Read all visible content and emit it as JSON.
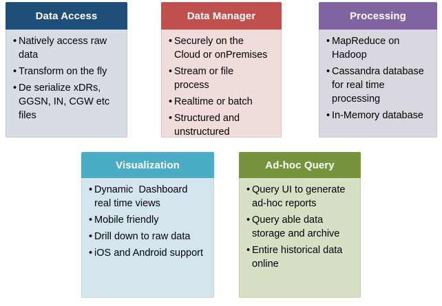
{
  "background": "#FFFFFF",
  "header_text_color": "#FFFFFF",
  "body_text_color": "#000000",
  "bullet": "•",
  "cards": [
    {
      "title": "Data Access",
      "header_color": "#1F4E79",
      "body_color": "#D8DCE4",
      "border_color": "#C2C8D3",
      "items": [
        "Natively access raw data",
        "Transform on the fly",
        "De serialize xDRs, GGSN, IN, CGW etc files"
      ]
    },
    {
      "title": "Data Manager",
      "header_color": "#C0504D",
      "body_color": "#F0DCDA",
      "border_color": "#DEC5C3",
      "items": [
        "Securely on the Cloud or onPremises",
        "Stream or file process",
        "Realtime or batch",
        "Structured and unstructured"
      ]
    },
    {
      "title": "Processing",
      "header_color": "#8064A2",
      "body_color": "#DBD7E0",
      "border_color": "#C8C2D1",
      "items": [
        "MapReduce on Hadoop",
        "Cassandra database for real time processing",
        "In-Memory database"
      ]
    },
    {
      "title": "Visualization",
      "header_color": "#4BACC6",
      "body_color": "#D5E5EE",
      "border_color": "#BDD6E2",
      "items": [
        "Dynamic  Dashboard real time views",
        "Mobile friendly",
        "Drill down to raw data",
        "iOS and Android support"
      ]
    },
    {
      "title": "Ad-hoc Query",
      "header_color": "#77933C",
      "body_color": "#D6E0C5",
      "border_color": "#C3D1A9",
      "items": [
        "Query UI to generate ad-hoc reports",
        "Query able data storage and archive",
        "Entire historical data online"
      ]
    }
  ]
}
